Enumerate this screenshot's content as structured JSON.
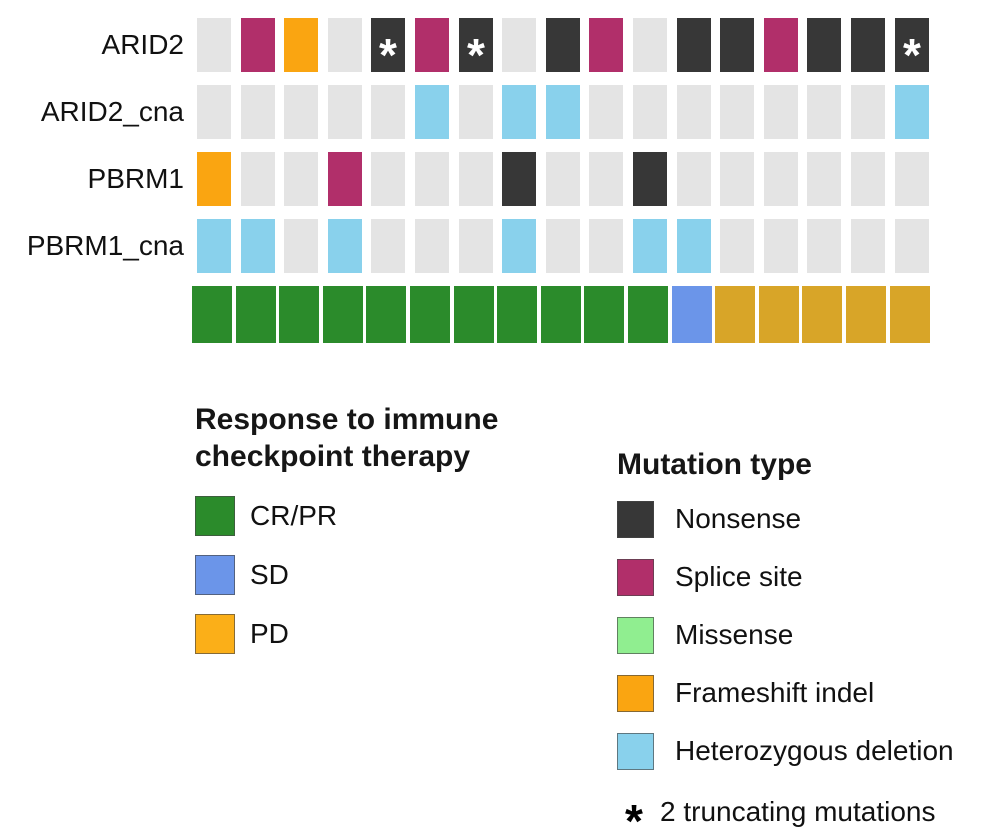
{
  "colors": {
    "background": "#ffffff",
    "text": "#111111",
    "cell_asterisk": "#ffffff",
    "cell": {
      "none": "#e4e4e4",
      "nonsense": "#373737",
      "splice": "#b12f6a",
      "missense": "#90ee90",
      "frameshift": "#faa511",
      "het_del": "#89d1ec"
    },
    "track": {
      "crpr": "#2b8b2b",
      "sd": "#6b95e9",
      "pd": "#d8a528"
    }
  },
  "chart_data": {
    "type": "heatmap",
    "subtype": "oncoprint",
    "n_samples": 17,
    "asterisk_symbol": "*",
    "value_domain": [
      "none",
      "nonsense",
      "splice",
      "missense",
      "frameshift",
      "het_del"
    ],
    "rows": [
      {
        "label": "ARID2",
        "cells": [
          "none",
          "splice",
          "frameshift",
          "none",
          "nonsense*",
          "splice",
          "nonsense*",
          "none",
          "nonsense",
          "splice",
          "none",
          "nonsense",
          "nonsense",
          "splice",
          "nonsense",
          "nonsense",
          "nonsense*"
        ]
      },
      {
        "label": "ARID2_cna",
        "cells": [
          "none",
          "none",
          "none",
          "none",
          "none",
          "het_del",
          "none",
          "het_del",
          "het_del",
          "none",
          "none",
          "none",
          "none",
          "none",
          "none",
          "none",
          "het_del"
        ]
      },
      {
        "label": "PBRM1",
        "cells": [
          "frameshift",
          "none",
          "none",
          "splice",
          "none",
          "none",
          "none",
          "nonsense",
          "none",
          "none",
          "nonsense",
          "none",
          "none",
          "none",
          "none",
          "none",
          "none"
        ]
      },
      {
        "label": "PBRM1_cna",
        "cells": [
          "het_del",
          "het_del",
          "none",
          "het_del",
          "none",
          "none",
          "none",
          "het_del",
          "none",
          "none",
          "het_del",
          "het_del",
          "none",
          "none",
          "none",
          "none",
          "none"
        ]
      }
    ],
    "response_track": {
      "name": "Response to immune checkpoint therapy",
      "cells": [
        "crpr",
        "crpr",
        "crpr",
        "crpr",
        "crpr",
        "crpr",
        "crpr",
        "crpr",
        "crpr",
        "crpr",
        "crpr",
        "sd",
        "pd",
        "pd",
        "pd",
        "pd",
        "pd"
      ]
    }
  },
  "legend_response": {
    "title_lines": [
      "Response to immune",
      "checkpoint therapy"
    ],
    "items": [
      {
        "key": "crpr",
        "label": "CR/PR",
        "color": "#2b8b2b"
      },
      {
        "key": "sd",
        "label": "SD",
        "color": "#6b95e9"
      },
      {
        "key": "pd",
        "label": "PD",
        "color": "#fbaf18"
      }
    ]
  },
  "legend_mutation": {
    "title": "Mutation type",
    "items": [
      {
        "key": "nonsense",
        "label": "Nonsense",
        "color": "#373737"
      },
      {
        "key": "splice",
        "label": "Splice site",
        "color": "#b12f6a"
      },
      {
        "key": "missense",
        "label": "Missense",
        "color": "#90ee90"
      },
      {
        "key": "frameshift",
        "label": "Frameshift indel",
        "color": "#faa511"
      },
      {
        "key": "het_del",
        "label": "Heterozygous deletion",
        "color": "#89d1ec"
      }
    ],
    "footnote": {
      "symbol": "*",
      "label": "2 truncating mutations"
    }
  }
}
